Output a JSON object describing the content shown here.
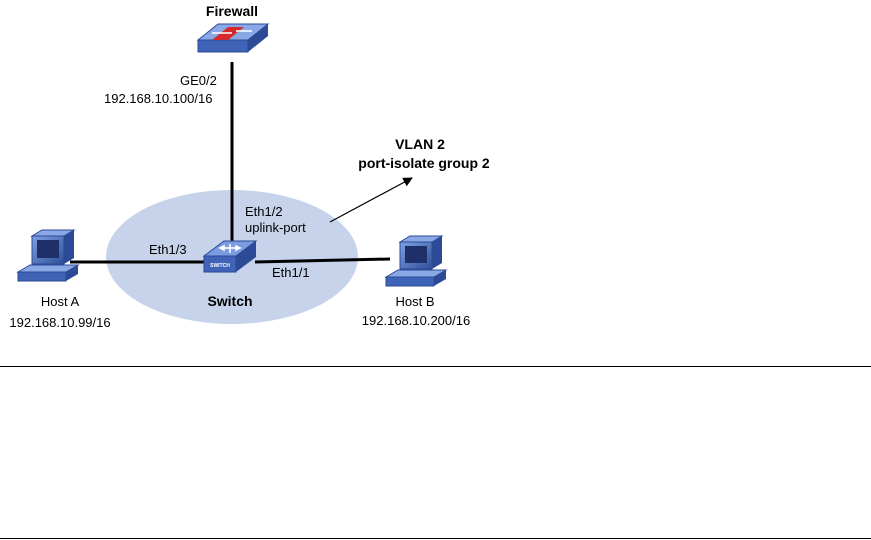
{
  "devices": {
    "firewall": {
      "label": "Firewall",
      "icon": "firewall-icon"
    },
    "switch": {
      "label": "Switch",
      "icon": "switch-icon",
      "badge": "SWITCH"
    },
    "host_a": {
      "label": "Host A",
      "ip": "192.168.10.99/16",
      "icon": "pc-icon"
    },
    "host_b": {
      "label": "Host B",
      "ip": "192.168.10.200/16",
      "icon": "pc-icon"
    }
  },
  "ports": {
    "firewall_port": "GE0/2",
    "firewall_ip": "192.168.10.100/16",
    "uplink_port": "Eth1/2",
    "uplink_role": "uplink-port",
    "host_a_port": "Eth1/3",
    "host_b_port": "Eth1/1"
  },
  "callout": {
    "line1": "VLAN 2",
    "line2": "port-isolate group 2"
  },
  "colors": {
    "vlan_area": "#c6d3ea",
    "device_blue": "#3e63b7",
    "device_light": "#6f93d9",
    "firewall_band": "#d62a2a"
  }
}
